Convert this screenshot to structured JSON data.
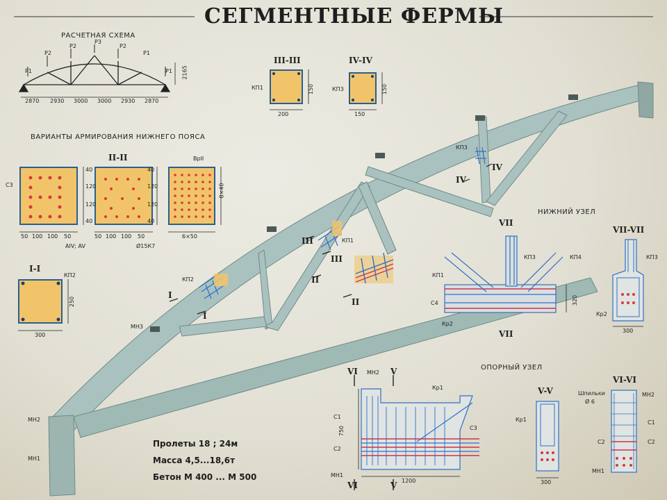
{
  "poster": {
    "title": "СЕГМЕНТНЫЕ ФЕРМЫ",
    "scheme": {
      "heading": "РАСЧЕТНАЯ СХЕМА",
      "loads": [
        "P1",
        "P2",
        "P3",
        "P2",
        "P1",
        "P1"
      ],
      "spans": [
        "2870",
        "2930",
        "3000",
        "3000",
        "2930",
        "2870"
      ],
      "height": "2165"
    },
    "reinforcement": {
      "heading": "ВАРИАНТЫ АРМИРОВАНИЯ НИЖНЕГО ПОЯСА",
      "sec_II": "II-II",
      "label_c3": "С3",
      "label_vrii": "ВрII",
      "dims_v": [
        "40",
        "120",
        "120",
        "40"
      ],
      "dims_h1": [
        "50",
        "100",
        "100",
        "50"
      ],
      "dims_h2": [
        "50",
        "100",
        "100",
        "50"
      ],
      "dim_grid": "6×50",
      "dim_grid_v": "8×40",
      "steel1": "AIV; AV",
      "steel2": "Ø15К7"
    },
    "section_I": {
      "label": "I-I",
      "kp": "КП2",
      "h": "250",
      "w": "300"
    },
    "section_III": {
      "label": "III-III",
      "kp": "КП1",
      "h": "150",
      "w": "200"
    },
    "section_IV": {
      "label": "IV-IV",
      "kp": "КП3",
      "h": "150",
      "w": "150"
    },
    "truss_labels": {
      "kp1": "КП1",
      "kp2": "КП2",
      "kp3": "КП3",
      "mn1": "МН1",
      "mn2": "МН2",
      "mn3": "МН3",
      "cut_I": "I",
      "cut_II": "II",
      "cut_III": "III",
      "cut_IV": "IV"
    },
    "lower_node": {
      "heading": "НИЖНИЙ УЗЕЛ",
      "cut": "VII",
      "kp1": "КП1",
      "kp3": "КП3",
      "kp4": "КП4",
      "c4": "С4",
      "kr2": "Кр2",
      "h": "320"
    },
    "section_VII": {
      "label": "VII-VII",
      "kp3": "КП3",
      "kr2": "Кр2",
      "w": "300"
    },
    "support_node": {
      "heading": "ОПОРНЫЙ УЗЕЛ",
      "cut_VI": "VI",
      "cut_V": "V",
      "mn2": "МН2",
      "mn1": "МН1",
      "kr1": "Кр1",
      "c1": "С1",
      "c2": "С2",
      "c3": "С3",
      "h": "750",
      "w": "1200"
    },
    "section_V": {
      "label": "V-V",
      "kr1": "Кр1",
      "w": "300"
    },
    "section_VI": {
      "label": "VI-VI",
      "studs": "Шпильки",
      "studs_d": "Ø 6",
      "mn2": "МН2",
      "mn1": "МН1",
      "c1": "С1",
      "c2": "С2"
    },
    "specs": [
      "Пролеты 18 ; 24м",
      "Масса 4,5...18,6т",
      "Бетон М 400 ... М 500"
    ],
    "colors": {
      "concrete": "#a9c2bf",
      "section": "#f2c46a",
      "rebar": "#2f6fc4",
      "strand": "#d0304a",
      "dots": "#d63a3a"
    }
  }
}
